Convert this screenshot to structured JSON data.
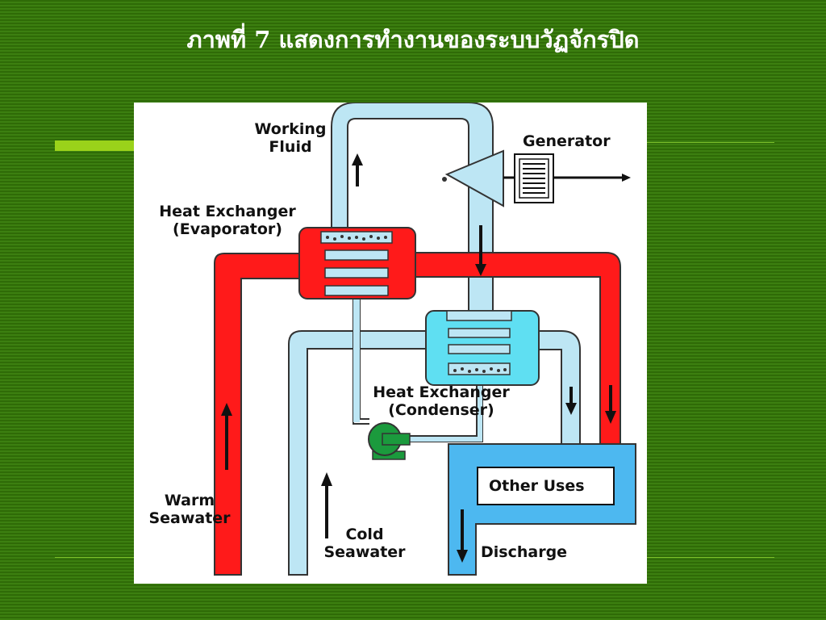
{
  "slide": {
    "title": "ภาพที่  7 แสดงการทำงานของระบบวัฏจักรปิด"
  },
  "diagram": {
    "labels": {
      "working_fluid_line1": "Working",
      "working_fluid_line2": "Fluid",
      "generator": "Generator",
      "evaporator_line1": "Heat Exchanger",
      "evaporator_line2": "(Evaporator)",
      "condenser_line1": "Heat Exchanger",
      "condenser_line2": "(Condenser)",
      "other_uses": "Other Uses",
      "warm_seawater_line1": "Warm",
      "warm_seawater_line2": "Seawater",
      "cold_seawater_line1": "Cold",
      "cold_seawater_line2": "Seawater",
      "discharge": "Discharge"
    },
    "colors": {
      "slide_background": "#2f6b07",
      "accent": "#9ad21a",
      "warm_water": "#ff1a1a",
      "cold_water": "#bde6f4",
      "condenser": "#5fdff2",
      "discharge_box": "#4db8f0",
      "pump": "#1b9a3d"
    }
  }
}
